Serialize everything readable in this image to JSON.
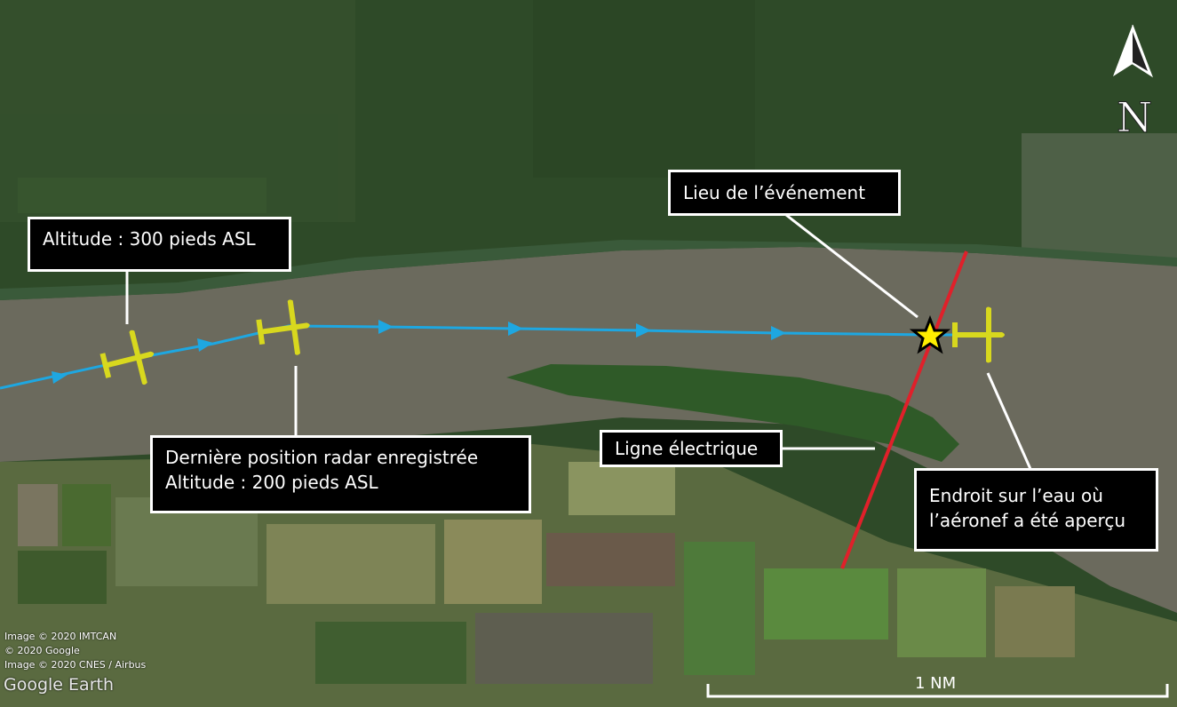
{
  "callouts": {
    "altitude_300": "Altitude : 300 pieds ASL",
    "last_radar_line1": "Dernière position radar enregistrée",
    "last_radar_line2": "Altitude : 200 pieds ASL",
    "event_location": "Lieu de l’événement",
    "power_line": "Ligne électrique",
    "sighting_line1": "Endroit sur l’eau où",
    "sighting_line2": "l’aéronef a été aperçu"
  },
  "credits": [
    "Image © 2020 IMTCAN",
    "© 2020 Google",
    "Image © 2020 CNES / Airbus"
  ],
  "brand": "Google Earth",
  "north_label": "N",
  "scale_label": "1 NM",
  "colors": {
    "track": "#1ea7e1",
    "aircraft": "#d8d81e",
    "power_line": "#e0202a",
    "star": "#ffee00"
  }
}
